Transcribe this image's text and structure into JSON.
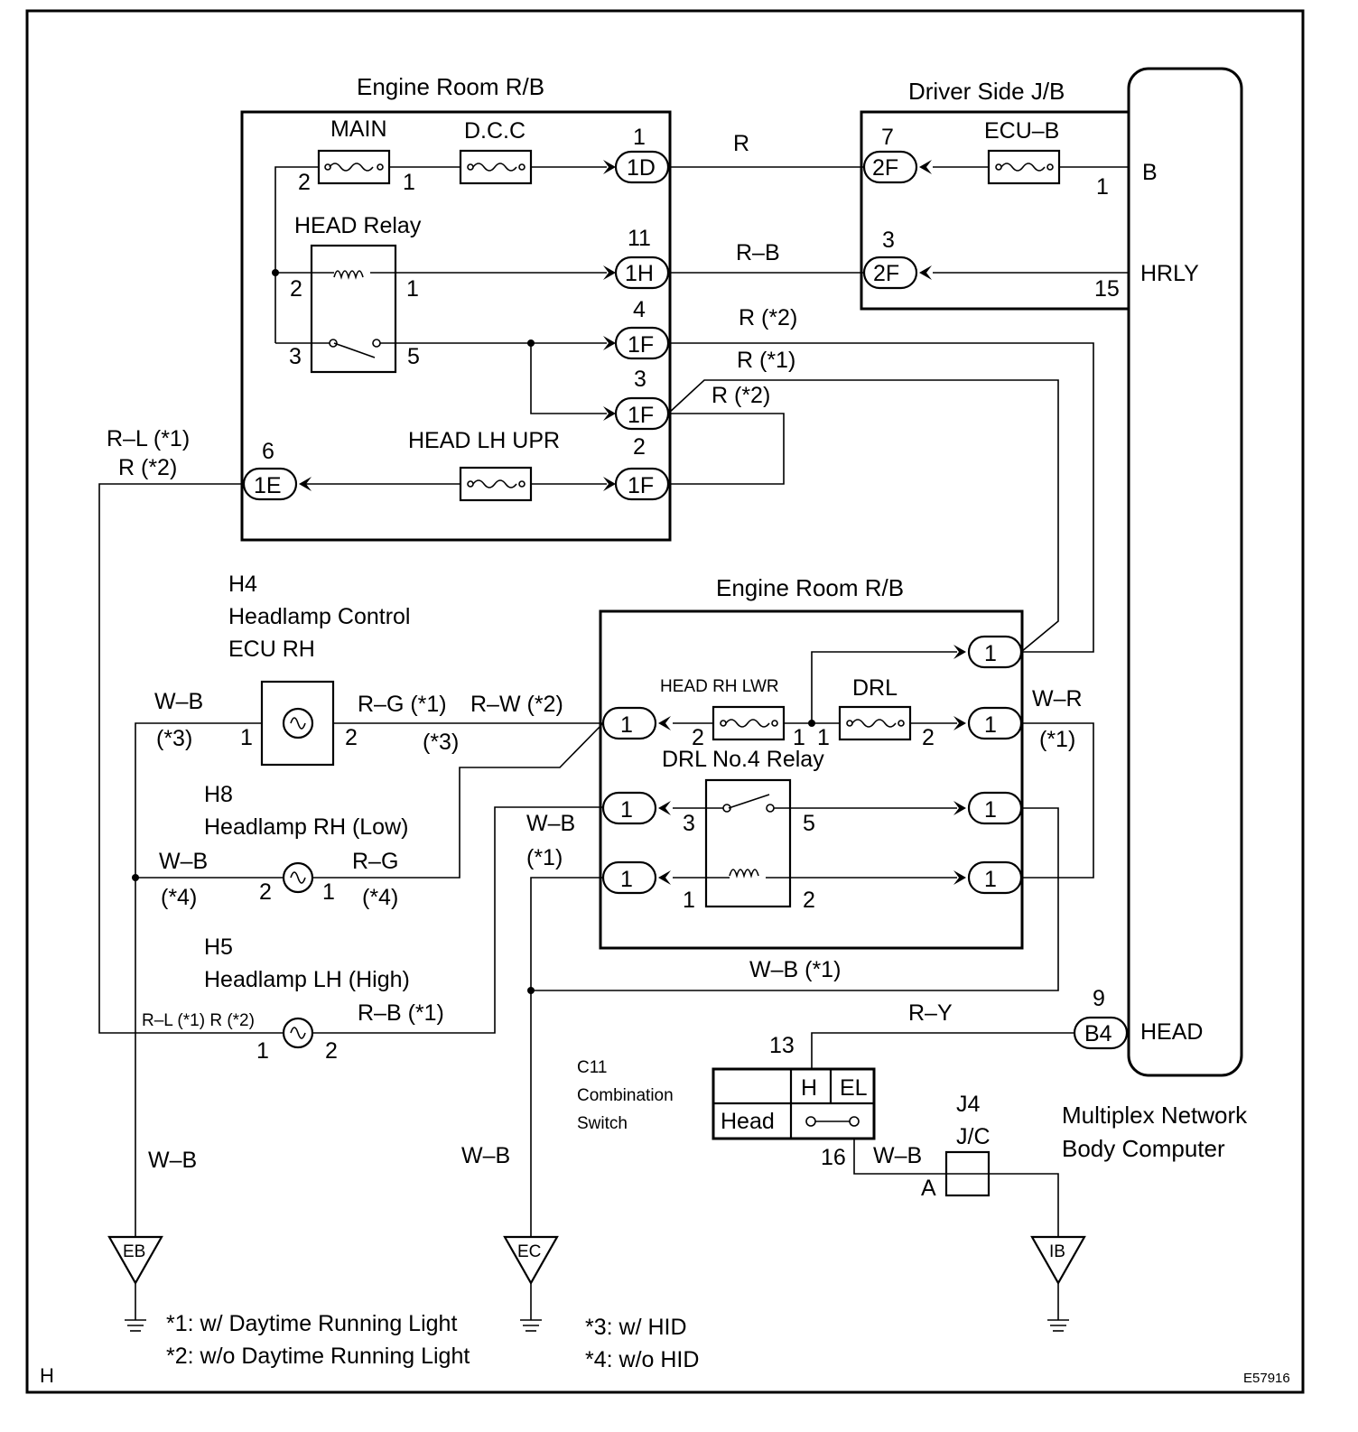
{
  "blocks": {
    "er_rb_top": "Engine Room R/B",
    "driver_jb": "Driver Side J/B",
    "er_rb_bottom": "Engine Room R/B",
    "mnbc_1": "Multiplex Network",
    "mnbc_2": "Body Computer"
  },
  "components": {
    "main": "MAIN",
    "dcc": "D.C.C",
    "head_relay": "HEAD Relay",
    "head_lh_upr": "HEAD LH UPR",
    "ecu_b": "ECU–B",
    "head_rh_lwr": "HEAD RH LWR",
    "drl": "DRL",
    "drl_relay": "DRL No.4 Relay",
    "h4_code": "H4",
    "h4_name1": "Headlamp Control",
    "h4_name2": "ECU RH",
    "h8_code": "H8",
    "h8_name": "Headlamp RH (Low)",
    "h5_code": "H5",
    "h5_name": "Headlamp LH (High)",
    "c11_code": "C11",
    "c11_name1": "Combination",
    "c11_name2": "Switch",
    "sw_head": "Head",
    "sw_h": "H",
    "sw_el": "EL",
    "j4_code": "J4",
    "j4_name": "J/C",
    "j4_pin": "A"
  },
  "connectors": {
    "c1d": "1D",
    "c1h": "1H",
    "c1f_a": "1F",
    "c1f_b": "1F",
    "c1f_c": "1F",
    "c1e": "1E",
    "c2f_a": "2F",
    "c2f_b": "2F",
    "cb4": "B4",
    "c1_r1": "1",
    "c1_r2": "1",
    "c1_r3": "1",
    "c1_r4": "1",
    "c1_l1": "1",
    "c1_l2": "1",
    "c1_l3": "1"
  },
  "pins": {
    "main_2": "2",
    "main_1": "1",
    "c1d_pin": "1",
    "c1h_pin": "11",
    "c1f_a_pin": "4",
    "c1f_b_pin": "3",
    "c1f_c_pin": "2",
    "c1e_pin": "6",
    "hr_2": "2",
    "hr_1": "1",
    "hr_3": "3",
    "hr_5": "5",
    "c2f_a_pin": "7",
    "c2f_b_pin": "3",
    "ecub_1": "1",
    "hrly_15": "15",
    "h4_1": "1",
    "h4_2": "2",
    "h8_2": "2",
    "h8_1": "1",
    "h5_1": "1",
    "h5_2": "2",
    "lwr_2": "2",
    "lwr_1": "1",
    "drl_1": "1",
    "drl_2": "2",
    "rel_3": "3",
    "rel_5": "5",
    "rel_1": "1",
    "rel_2": "2",
    "b4_9": "9",
    "c11_13": "13",
    "c11_16": "16"
  },
  "terminals": {
    "b": "B",
    "hrly": "HRLY",
    "head": "HEAD"
  },
  "wires": {
    "r": "R",
    "rb": "R–B",
    "r2_a": "R (*2)",
    "r1": "R (*1)",
    "r2_b": "R (*2)",
    "rl1": "R–L (*1)",
    "r2_c": "R (*2)",
    "wb_h4": "W–B",
    "star3_a": "(*3)",
    "rg1": "R–G (*1)",
    "rw2": "R–W (*2)",
    "star3_b": "(*3)",
    "wr": "W–R",
    "star1_wr": "(*1)",
    "wb_h8": "W–B",
    "star4_a": "(*4)",
    "rg": "R–G",
    "star4_b": "(*4)",
    "wb_mid": "W–B",
    "star1_mid": "(*1)",
    "wb1": "W–B (*1)",
    "rl_r_h5": "R–L (*1) R (*2)",
    "rb1": "R–B (*1)",
    "ry": "R–Y",
    "wb_eb": "W–B",
    "wb_ec": "W–B",
    "wb_j4": "W–B"
  },
  "grounds": {
    "eb": "EB",
    "ec": "EC",
    "ib": "IB"
  },
  "notes": {
    "n1": "*1: w/ Daytime Running Light",
    "n2": "*2: w/o Daytime Running Light",
    "n3": "*3: w/ HID",
    "n4": "*4: w/o HID"
  },
  "footer": {
    "left": "H",
    "right": "E57916"
  }
}
